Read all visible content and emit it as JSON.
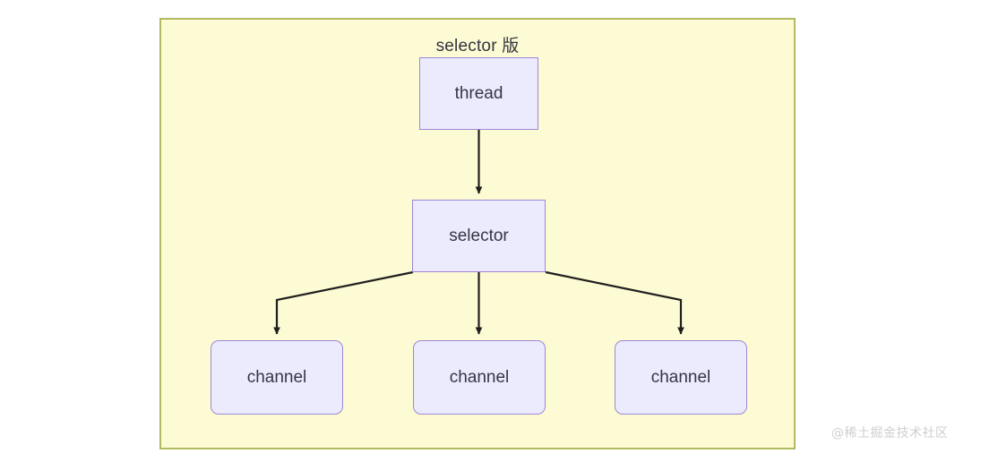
{
  "diagram": {
    "title": "selector 版",
    "frame": {
      "background_color": "#fdfbd4",
      "border_color": "#b2ba5f"
    },
    "node_style": {
      "fill_color": "#ecebfd",
      "border_color": "#9d86d6",
      "text_color": "#353545"
    },
    "connector_color": "#1f1f1f",
    "nodes": [
      {
        "id": "thread",
        "label": "thread",
        "shape": "rectangle"
      },
      {
        "id": "selector",
        "label": "selector",
        "shape": "rectangle"
      },
      {
        "id": "channel_1",
        "label": "channel",
        "shape": "rounded-rectangle"
      },
      {
        "id": "channel_2",
        "label": "channel",
        "shape": "rounded-rectangle"
      },
      {
        "id": "channel_3",
        "label": "channel",
        "shape": "rounded-rectangle"
      }
    ],
    "edges": [
      {
        "from": "thread",
        "to": "selector",
        "arrow": "end"
      },
      {
        "from": "selector",
        "to": "channel_1",
        "arrow": "end"
      },
      {
        "from": "selector",
        "to": "channel_2",
        "arrow": "end"
      },
      {
        "from": "selector",
        "to": "channel_3",
        "arrow": "end"
      }
    ]
  },
  "watermark": {
    "text": "@稀土掘金技术社区"
  }
}
